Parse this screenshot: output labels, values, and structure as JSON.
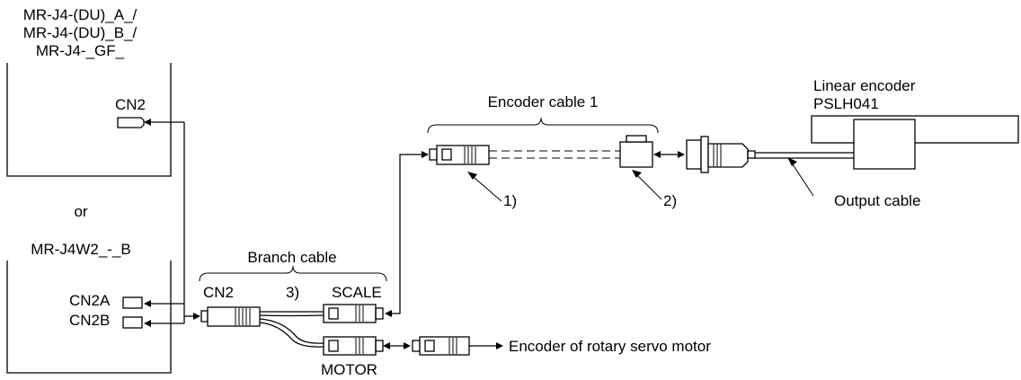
{
  "amplifier_top": {
    "model_lines": [
      "MR-J4-(DU)_A_/",
      "MR-J4-(DU)_B_/",
      "MR-J4-_GF_"
    ],
    "connector": "CN2"
  },
  "or_text": "or",
  "amplifier_bottom": {
    "model": "MR-J4W2_-_B",
    "connectors": [
      "CN2A",
      "CN2B"
    ]
  },
  "branch_cable": {
    "title": "Branch cable",
    "cn2_label": "CN2",
    "number": "3)",
    "scale_label": "SCALE",
    "motor_label": "MOTOR"
  },
  "encoder_cable": {
    "title": "Encoder cable 1",
    "part1": "1)",
    "part2": "2)"
  },
  "linear_encoder": {
    "title_lines": [
      "Linear encoder",
      "PSLH041"
    ],
    "output_cable": "Output cable"
  },
  "rotary_encoder_label": "Encoder of rotary servo motor"
}
